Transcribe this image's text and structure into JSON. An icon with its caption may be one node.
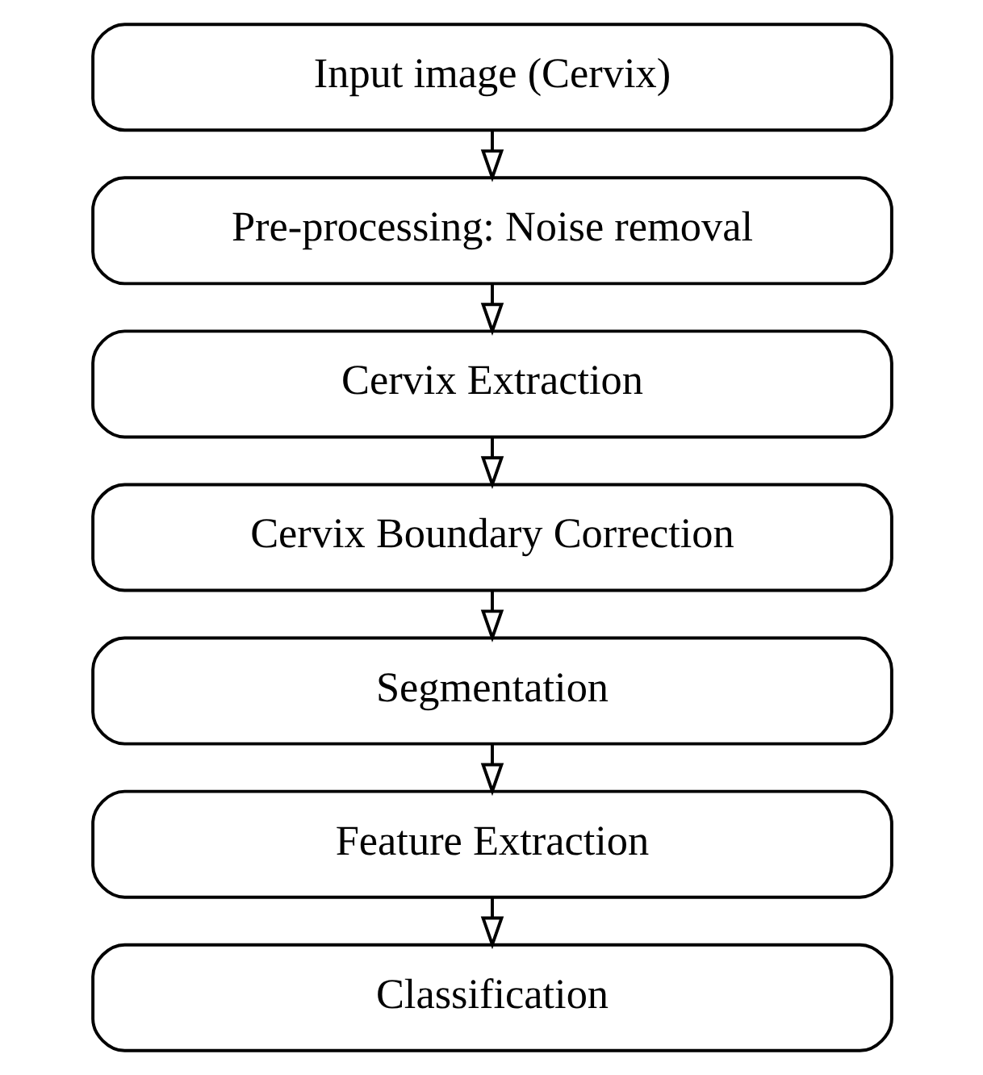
{
  "diagram": {
    "nodes": [
      {
        "text": [
          "Input image (Cervix)"
        ]
      },
      {
        "text": [
          "Pre-processing: Noise removal"
        ]
      },
      {
        "text": [
          "Cervix Extraction"
        ]
      },
      {
        "text": [
          "Cervix Boundary Correction"
        ]
      },
      {
        "text": [
          "Segmentation"
        ]
      },
      {
        "text": [
          "Feature Extraction"
        ]
      },
      {
        "text": [
          "Classification"
        ]
      }
    ],
    "edges": [
      {
        "from": 0,
        "to": 1,
        "arrow": "to"
      },
      {
        "from": 1,
        "to": 2,
        "arrow": "to"
      },
      {
        "from": 2,
        "to": 3,
        "arrow": "to"
      },
      {
        "from": 3,
        "to": 4,
        "arrow": "to"
      },
      {
        "from": 4,
        "to": 5,
        "arrow": "to"
      },
      {
        "from": 5,
        "to": 6,
        "arrow": "to"
      }
    ]
  }
}
